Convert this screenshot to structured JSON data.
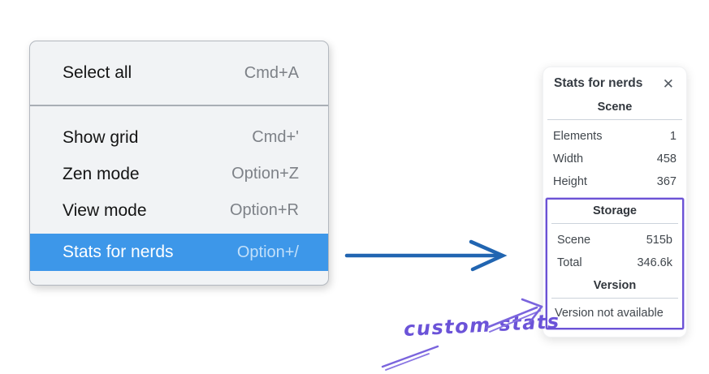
{
  "context_menu": {
    "items": [
      {
        "label": "Select all",
        "shortcut": "Cmd+A",
        "selected": false
      },
      {
        "label": "Show grid",
        "shortcut": "Cmd+'",
        "selected": false
      },
      {
        "label": "Zen mode",
        "shortcut": "Option+Z",
        "selected": false
      },
      {
        "label": "View mode",
        "shortcut": "Option+R",
        "selected": false
      },
      {
        "label": "Stats for nerds",
        "shortcut": "Option+/",
        "selected": true
      }
    ]
  },
  "stats_panel": {
    "title": "Stats for nerds",
    "close_icon": "✕",
    "sections": [
      {
        "header": "Scene",
        "rows": [
          {
            "label": "Elements",
            "value": "1"
          },
          {
            "label": "Width",
            "value": "458"
          },
          {
            "label": "Height",
            "value": "367"
          }
        ]
      },
      {
        "header": "Storage",
        "rows": [
          {
            "label": "Scene",
            "value": "515b"
          },
          {
            "label": "Total",
            "value": "346.6k"
          }
        ]
      },
      {
        "header": "Version",
        "note": "Version not available",
        "rows": []
      }
    ]
  },
  "annotation": {
    "label": "custom stats"
  },
  "colors": {
    "menu_highlight": "#3d97e9",
    "pointer_arrow_blue": "#2165b1",
    "annotation_purple": "#6b52d5",
    "menu_background": "#f1f3f5",
    "panel_background": "#ffffff"
  }
}
